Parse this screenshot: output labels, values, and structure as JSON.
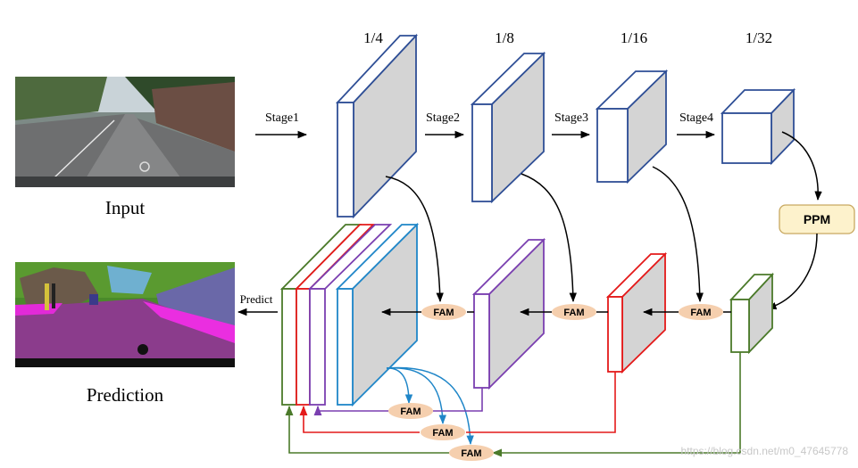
{
  "scales": [
    "1/4",
    "1/8",
    "1/16",
    "1/32"
  ],
  "stages": [
    "Stage1",
    "Stage2",
    "Stage3",
    "Stage4"
  ],
  "input_label": "Input",
  "prediction_label": "Prediction",
  "predict_label": "Predict",
  "ppm_label": "PPM",
  "fam_label": "FAM",
  "watermark": "https://blog.csdn.net/m0_47645778",
  "colors": {
    "encoder_blue": "#2f4f96",
    "purple": "#7a3fb0",
    "red": "#e41a1a",
    "green": "#4b7a2a",
    "cyan": "#1f86c8",
    "fam_fill": "#f5cfae",
    "ppm_fill": "#fdf2cc",
    "ppm_border": "#c8a860",
    "face_gray": "#d4d4d4"
  }
}
